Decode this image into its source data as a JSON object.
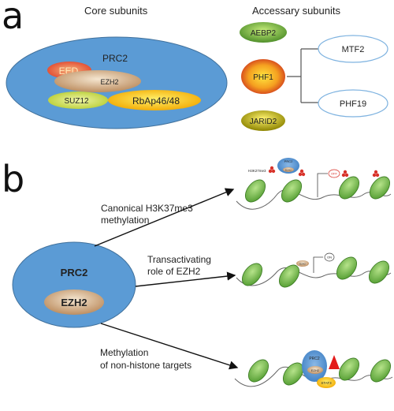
{
  "panel_a": {
    "letter": "a",
    "core_title": "Core subunits",
    "accessory_title": "Accessary subunits",
    "complex_label": "PRC2",
    "core": {
      "eed": "EED",
      "ezh2": "EZH2",
      "suz12": "SUZ12",
      "rbap": "RbAp46/48"
    },
    "accessory": {
      "aebp2": "AEBP2",
      "phf1": "PHF1",
      "jarid2": "JARID2",
      "mtf2": "MTF2",
      "phf19": "PHF19"
    }
  },
  "panel_b": {
    "letter": "b",
    "complex_label": "PRC2",
    "ezh2_label": "EZH2",
    "route1_line1": "Canonical H3K37me3",
    "route1_line2": "methylation",
    "route2_line1": "Transactivating",
    "route2_line2": "role of EZH2",
    "route3_line1": "Methylation",
    "route3_line2": "of non-histone targets",
    "mini": {
      "h3_label": "H3K27me3",
      "prc2": "PRC2",
      "ezh2": "EZH2",
      "off": "OFF",
      "on": "ON",
      "stat3": "STAT3"
    }
  },
  "colors": {
    "prc2_fill": "#5b9bd5",
    "eed_fill": "#e8563a",
    "ezh2_fill": "#c9a27a",
    "suz12_fill": "#c8d94a",
    "rbap_fill": "#f5b800",
    "aebp2_fill": "#6fae3a",
    "phf1_fill": "#d8322a",
    "jarid2_fill": "#d4c800",
    "nucleosome": "#7cbf4f"
  }
}
